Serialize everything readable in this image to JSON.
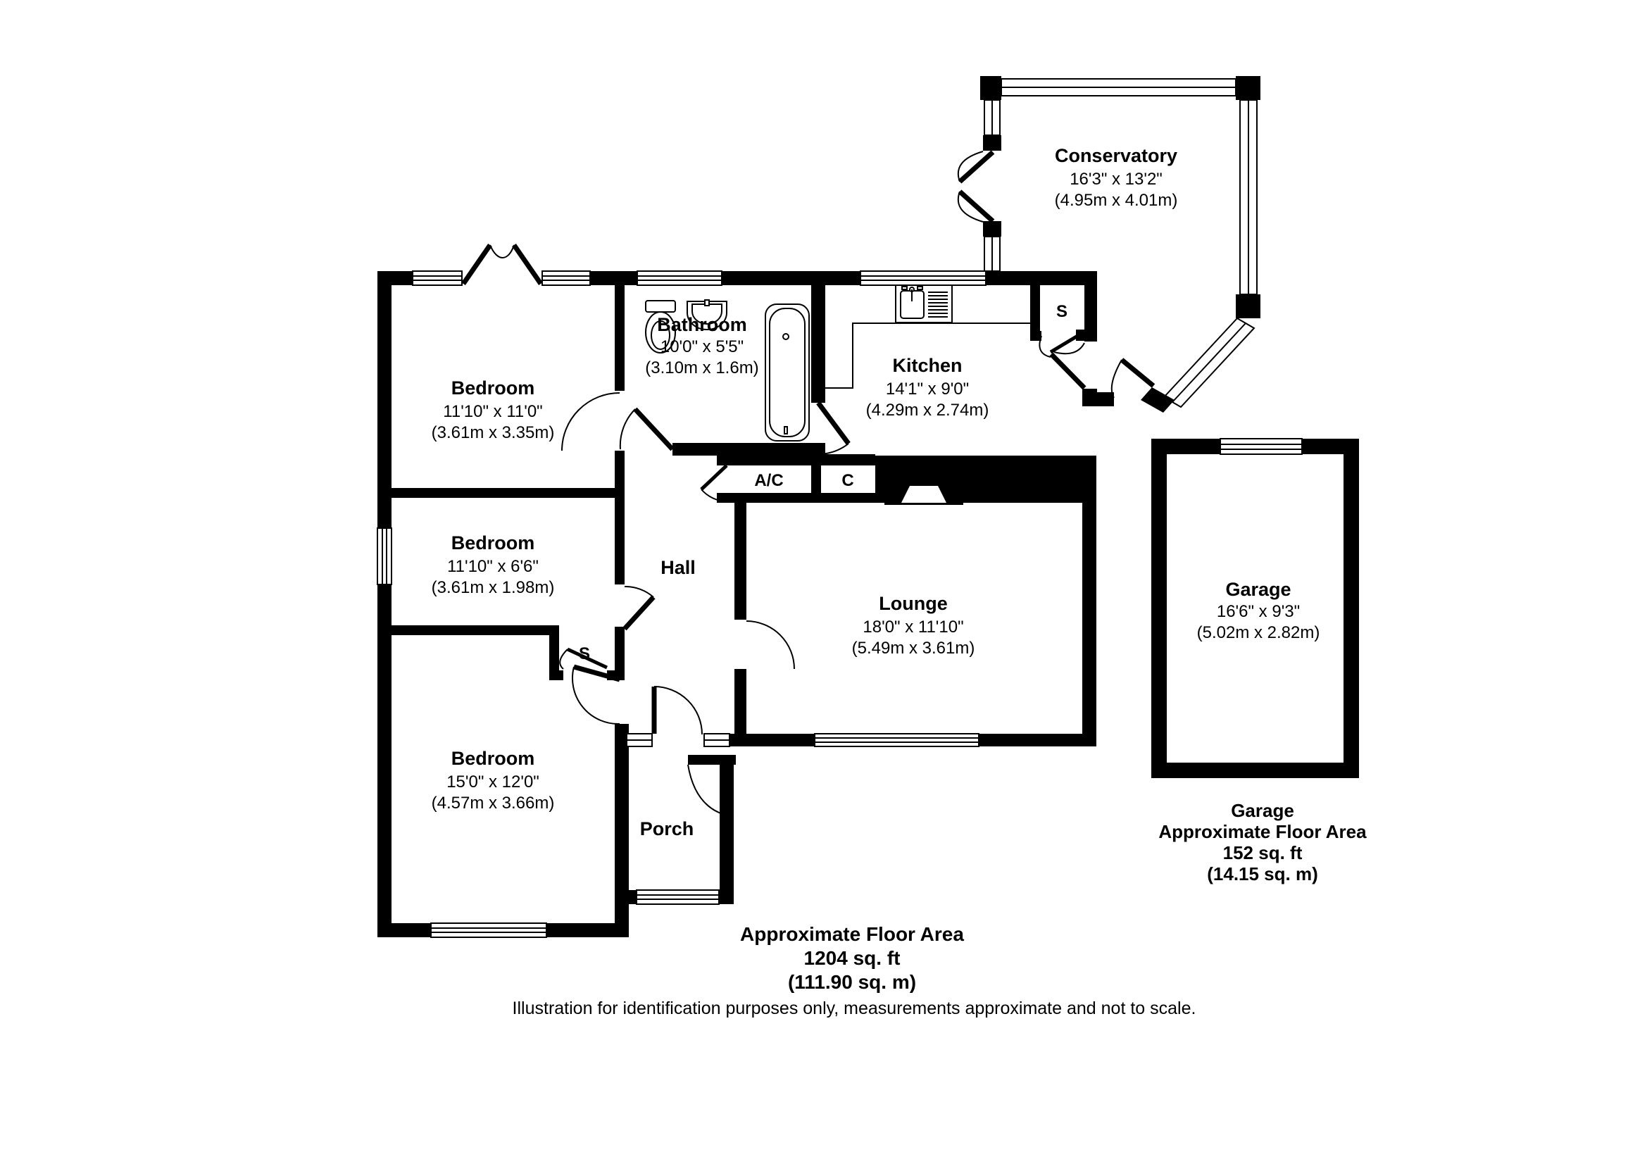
{
  "rooms": {
    "conservatory": {
      "name": "Conservatory",
      "imperial": "16'3\" x 13'2\"",
      "metric": "(4.95m x 4.01m)"
    },
    "bedroom1": {
      "name": "Bedroom",
      "imperial": "11'10\" x 11'0\"",
      "metric": "(3.61m x 3.35m)"
    },
    "bedroom2": {
      "name": "Bedroom",
      "imperial": "11'10\" x 6'6\"",
      "metric": "(3.61m x 1.98m)"
    },
    "bedroom3": {
      "name": "Bedroom",
      "imperial": "15'0\" x 12'0\"",
      "metric": "(4.57m x 3.66m)"
    },
    "bathroom": {
      "name": "Bathroom",
      "imperial": "10'0\" x 5'5\"",
      "metric": "(3.10m x 1.6m)"
    },
    "kitchen": {
      "name": "Kitchen",
      "imperial": "14'1\" x 9'0\"",
      "metric": "(4.29m x 2.74m)"
    },
    "lounge": {
      "name": "Lounge",
      "imperial": "18'0\" x 11'10\"",
      "metric": "(5.49m x 3.61m)"
    },
    "garage": {
      "name": "Garage",
      "imperial": "16'6\" x 9'3\"",
      "metric": "(5.02m x 2.82m)"
    },
    "hall": {
      "name": "Hall"
    },
    "porch": {
      "name": "Porch"
    }
  },
  "closets": {
    "store_bedroom": "S",
    "store_kitchen": "S",
    "airing_cupboard": "A/C",
    "cupboard": "C"
  },
  "footer": {
    "line1": "Approximate Floor Area",
    "line2": "1204 sq. ft",
    "line3": "(111.90 sq. m)",
    "disclaimer": "Illustration for identification purposes only, measurements approximate and not to scale."
  },
  "garage_note": {
    "line1": "Garage",
    "line2": "Approximate Floor Area",
    "line3": "152 sq. ft",
    "line4": "(14.15 sq. m)"
  },
  "colors": {
    "wall": "#000000",
    "background": "#ffffff",
    "text": "#000000"
  }
}
